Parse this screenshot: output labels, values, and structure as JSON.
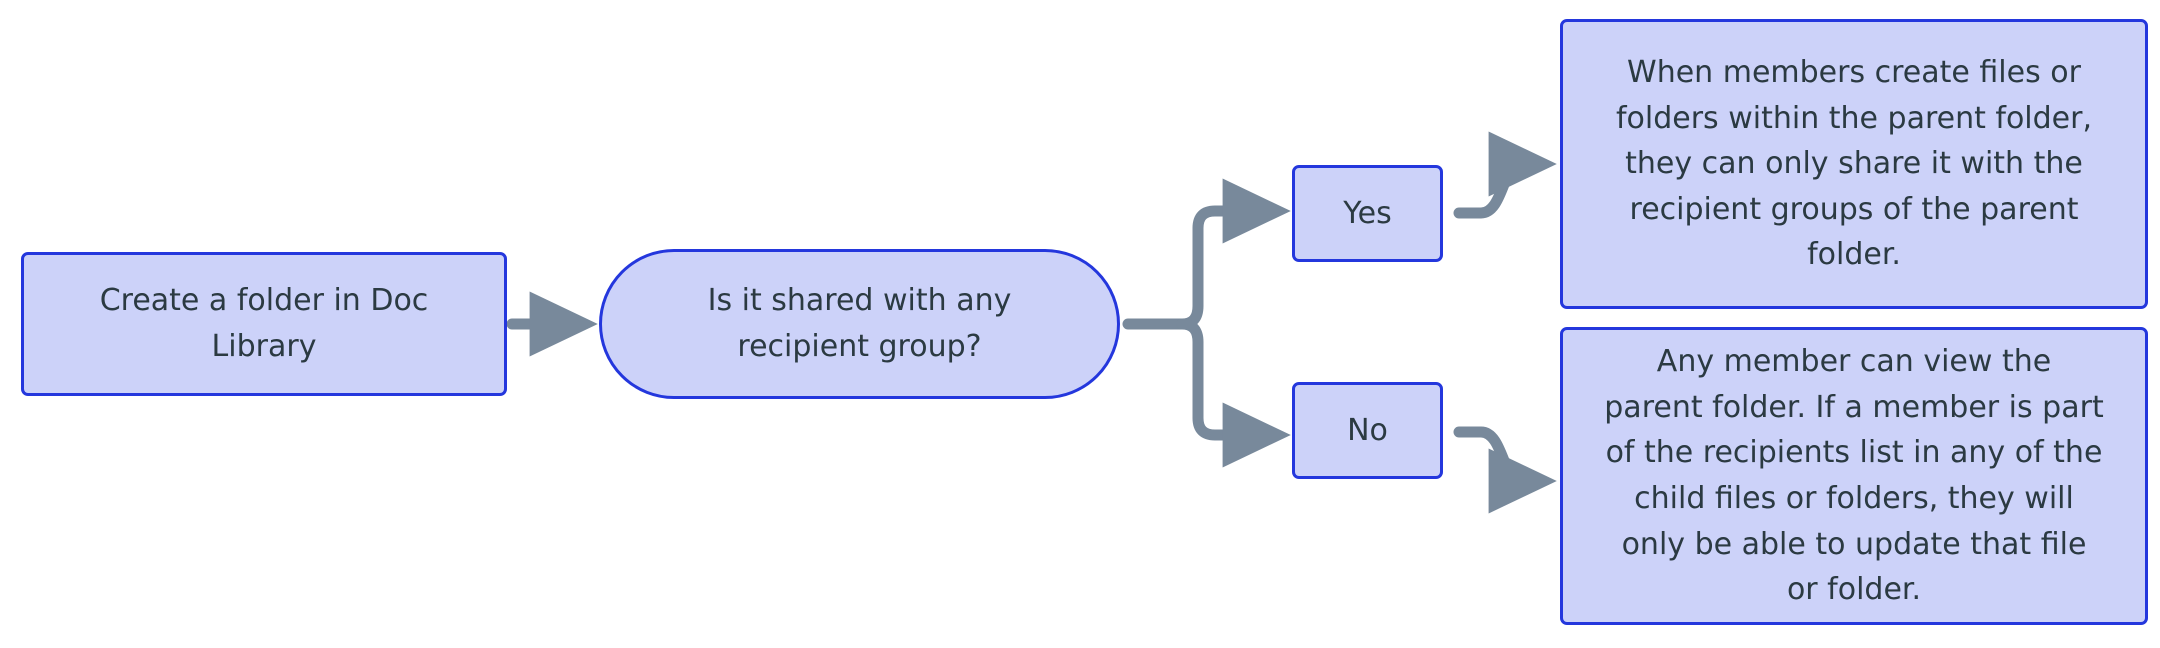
{
  "diagram": {
    "type": "flowchart",
    "direction": "left-to-right",
    "background_color": "#ffffff",
    "node_fill_color": "#ccd2f9",
    "node_border_color": "#2437dd",
    "node_text_color": "#2b3a42",
    "edge_color": "#78899b",
    "nodes": [
      {
        "id": "start",
        "shape": "rectangle",
        "label": "Create a folder in Doc Library"
      },
      {
        "id": "decision",
        "shape": "stadium",
        "label": "Is it shared with any recipient group?"
      },
      {
        "id": "yes",
        "shape": "rectangle",
        "label": "Yes"
      },
      {
        "id": "no",
        "shape": "rectangle",
        "label": "No"
      },
      {
        "id": "yes_outcome",
        "shape": "rectangle",
        "label": "When members create files or folders within the parent folder, they can only share it with the recipient groups of the parent folder."
      },
      {
        "id": "no_outcome",
        "shape": "rectangle",
        "label": "Any member can view the parent folder. If a member is part of the recipients list in any of the child files or folders, they will only be able to update that file or folder."
      }
    ],
    "edges": [
      {
        "from": "start",
        "to": "decision",
        "style": "straight-arrow",
        "label": ""
      },
      {
        "from": "decision",
        "to": "yes",
        "style": "branch-up-arrow",
        "label": ""
      },
      {
        "from": "decision",
        "to": "no",
        "style": "branch-down-arrow",
        "label": ""
      },
      {
        "from": "yes",
        "to": "yes_outcome",
        "style": "s-curve-up-arrow",
        "label": ""
      },
      {
        "from": "no",
        "to": "no_outcome",
        "style": "s-curve-down-arrow",
        "label": ""
      }
    ]
  }
}
